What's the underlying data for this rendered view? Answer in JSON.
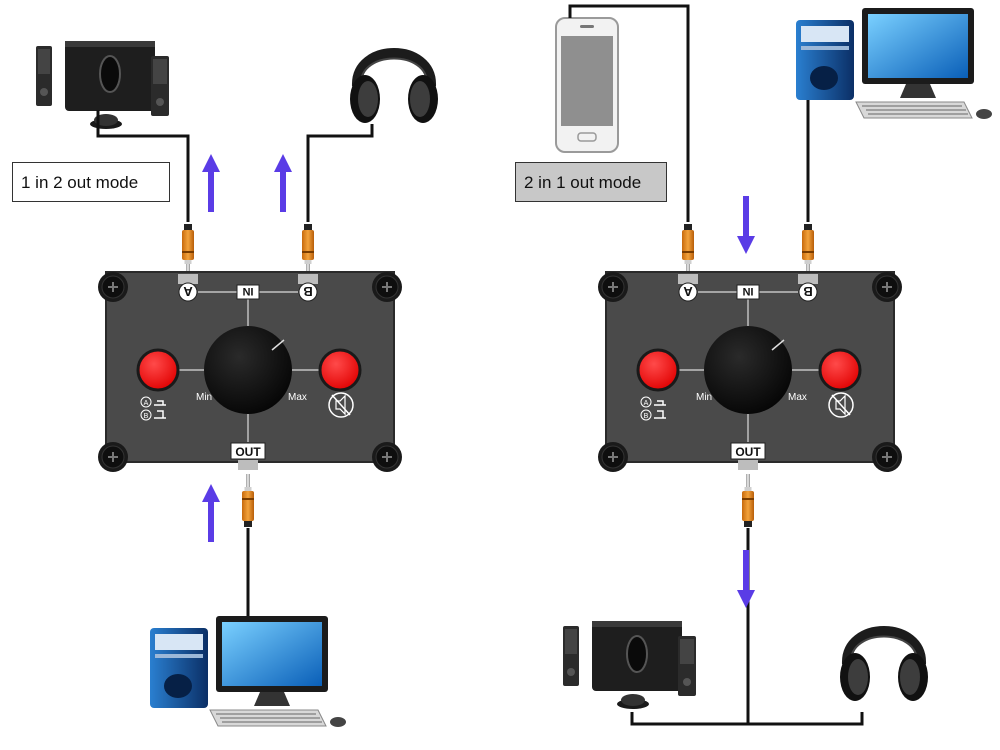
{
  "modes": {
    "left_label": "1 in 2 out mode",
    "right_label": "2 in 1 out mode"
  },
  "device": {
    "port_a": "A",
    "port_b": "B",
    "port_in": "IN",
    "port_out": "OUT",
    "knob_min": "Min",
    "knob_max": "Max"
  },
  "colors": {
    "arrow": "#5a3ce6",
    "panel": "#4a4a4a",
    "button_red": "#ff1a1a",
    "cable": "#111111",
    "jack": "#e08a1e"
  },
  "icons": [
    "speakers-icon",
    "headphones-icon",
    "desktop-computer-icon",
    "smartphone-icon",
    "mute-icon"
  ]
}
